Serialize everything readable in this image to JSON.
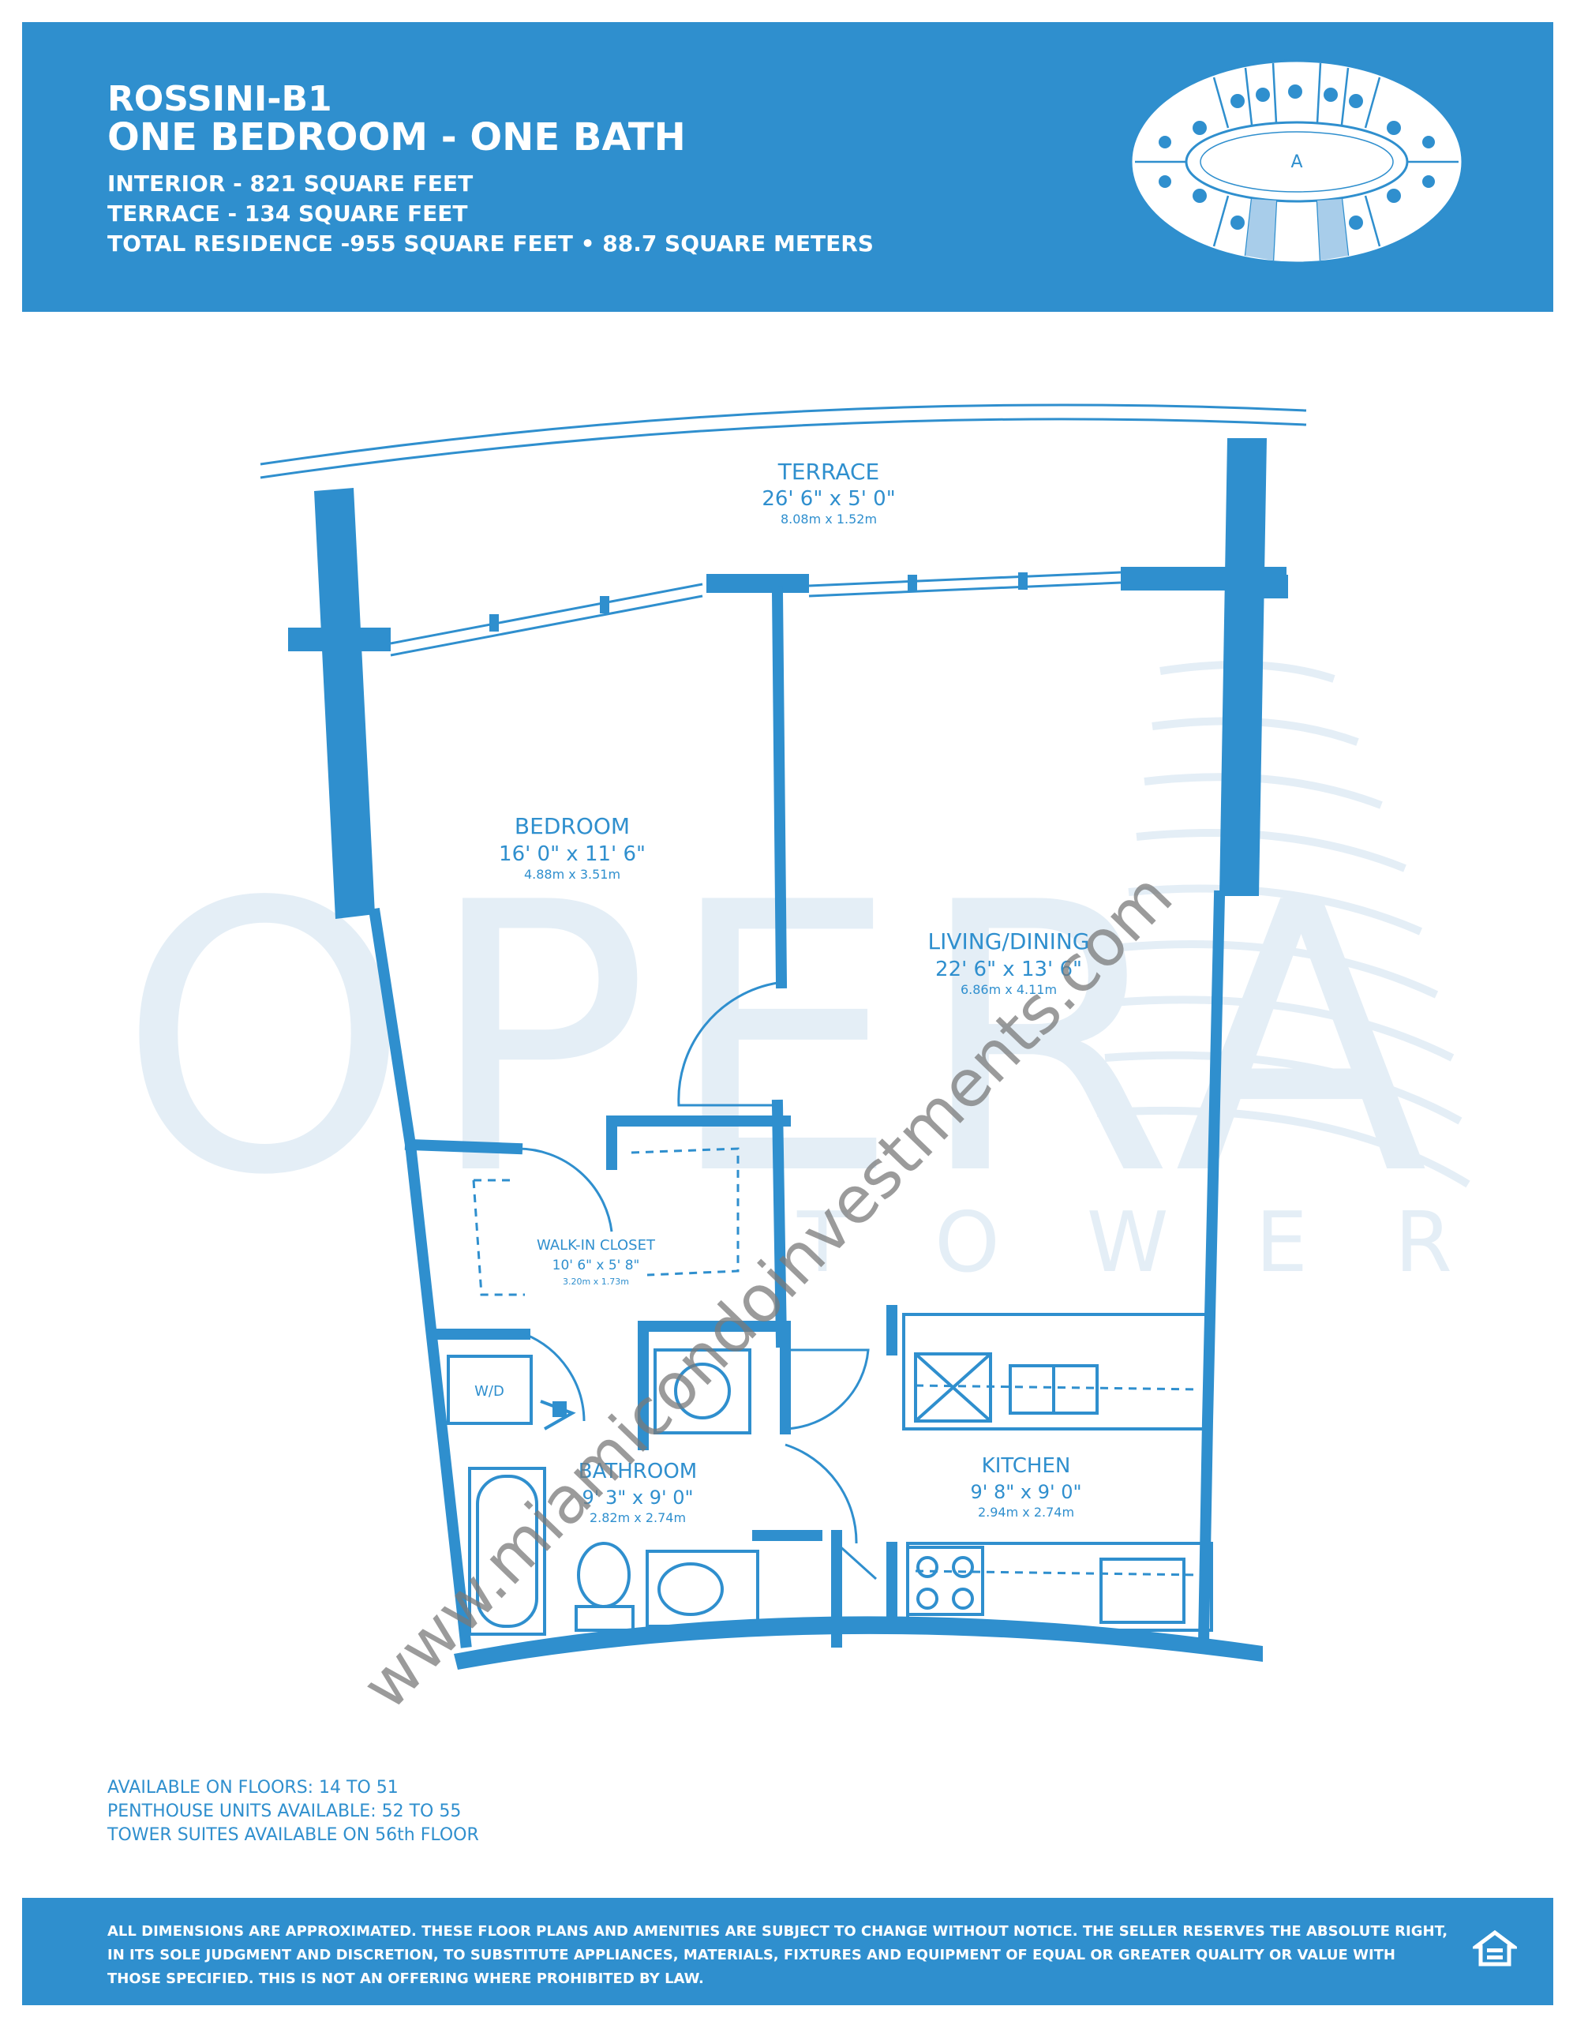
{
  "header": {
    "model": "ROSSINI-B1",
    "unit_type": "ONE BEDROOM - ONE BATH",
    "interior": "INTERIOR - 821 SQUARE FEET",
    "terrace": "TERRACE - 134 SQUARE FEET",
    "total": "TOTAL RESIDENCE -955 SQUARE FEET • 88.7 SQUARE METERS"
  },
  "keyplan": {
    "center_label": "A"
  },
  "rooms": {
    "terrace": {
      "name": "TERRACE",
      "imperial": "26' 6\" x 5' 0\"",
      "metric": "8.08m x 1.52m"
    },
    "bedroom": {
      "name": "BEDROOM",
      "imperial": "16' 0\" x 11' 6\"",
      "metric": "4.88m x 3.51m"
    },
    "living": {
      "name": "LIVING/DINING",
      "imperial": "22' 6\" x 13' 6\"",
      "metric": "6.86m x 4.11m"
    },
    "closet": {
      "name": "WALK-IN CLOSET",
      "imperial": "10' 6\" x 5' 8\"",
      "metric": "3.20m x 1.73m"
    },
    "bathroom": {
      "name": "BATHROOM",
      "imperial": "9' 3\" x 9' 0\"",
      "metric": "2.82m x 2.74m"
    },
    "kitchen": {
      "name": "KITCHEN",
      "imperial": "9' 8\" x 9' 0\"",
      "metric": "2.94m x 2.74m"
    },
    "wd": "W/D"
  },
  "watermark": {
    "brand": "OPERA",
    "sub": "TOWER",
    "url": "www.miamicondoinvestments.com"
  },
  "availability": {
    "floors": "AVAILABLE ON FLOORS: 14 TO 51",
    "penthouse": "PENTHOUSE UNITS AVAILABLE: 52 TO 55",
    "suites": "TOWER SUITES AVAILABLE ON 56th FLOOR"
  },
  "footer": {
    "disclaimer": "ALL DIMENSIONS ARE APPROXIMATED. THESE FLOOR PLANS AND AMENITIES ARE SUBJECT TO CHANGE WITHOUT NOTICE. THE SELLER RESERVES THE ABSOLUTE RIGHT, IN ITS SOLE JUDGMENT AND DISCRETION, TO SUBSTITUTE APPLIANCES, MATERIALS, FIXTURES AND EQUIPMENT OF EQUAL OR GREATER QUALITY OR VALUE WITH THOSE SPECIFIED. THIS IS NOT AN OFFERING WHERE PROHIBITED BY LAW."
  },
  "colors": {
    "brand_blue": "#2f8fce",
    "watermark": "#e4eef6"
  }
}
